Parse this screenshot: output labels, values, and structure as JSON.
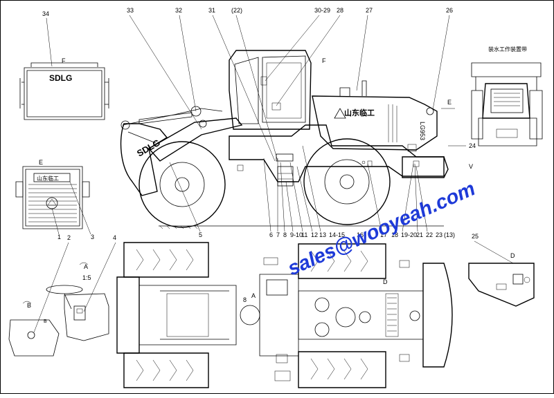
{
  "callouts_top": [
    "34",
    "33",
    "32",
    "31",
    "(22)",
    "30-29",
    "28",
    "27",
    "26"
  ],
  "callouts_bottom_row1": [
    "1",
    "3",
    "5",
    "6",
    "7",
    "8",
    "9-10",
    "11",
    "12",
    "13",
    "14-15",
    "16",
    "17",
    "18",
    "19-20",
    "21",
    "22",
    "23",
    "(13)",
    "25"
  ],
  "callouts_side": [
    "24",
    "2",
    "4"
  ],
  "view_labels": {
    "f_top": "F",
    "f_side": "F",
    "e_label": "E",
    "e_side": "E",
    "d_label": "D",
    "d_plan": "D",
    "a_label": "A",
    "a_plan": "A",
    "a_scale": "1:5",
    "b_label": "B",
    "b_small": "B"
  },
  "right_view_title": "装水工作装置带",
  "brand": {
    "sdlg": "SDLG",
    "cn_logo": "山东临工",
    "cn_small": "山东临工",
    "model": "LG953"
  },
  "watermark": "sales@wooyeah.com",
  "colors": {
    "watermark": "#1e3ad8",
    "line": "#000000"
  }
}
